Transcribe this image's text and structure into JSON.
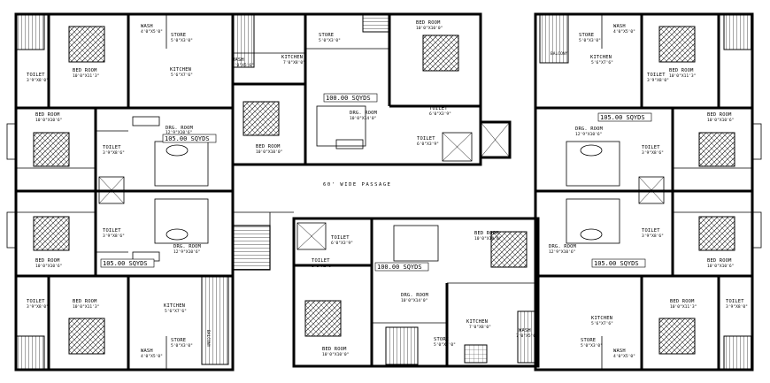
{
  "passage_label": "60' WIDE PASSAGE",
  "area_badges": {
    "top_center": "100.00 SQYDS",
    "bottom_center": "100.00 SQYDS",
    "left_upper": "105.00 SQYDS",
    "left_lower": "105.00 SQYDS",
    "right_upper": "105.00 SQYDS",
    "right_lower": "105.00 SQYDS"
  },
  "rooms": {
    "c1_wash": {
      "name": "WASH",
      "dim": "4'0\"X5'0\""
    },
    "c1_store": {
      "name": "STORE",
      "dim": "5'0\"X3'0\""
    },
    "c1_kitchen": {
      "name": "KITCHEN",
      "dim": "5'6\"X7'6\""
    },
    "c1_toilet": {
      "name": "TOILET",
      "dim": "3'9\"X8'0\""
    },
    "c1_bedroom": {
      "name": "BED ROOM",
      "dim": "10'0\"X11'3\""
    },
    "c2_bedroom": {
      "name": "BED ROOM",
      "dim": "10'0\"X10'6\""
    },
    "c2_drg": {
      "name": "DRG. ROOM",
      "dim": "12'9\"X10'6\""
    },
    "c2_toilet": {
      "name": "TOILET",
      "dim": "3'9\"X8'6\""
    },
    "c3_bedroom": {
      "name": "BED ROOM",
      "dim": "10'0\"X10'6\""
    },
    "c3_toilet": {
      "name": "TOILET",
      "dim": "3'9\"X8'6\""
    },
    "c3_drg": {
      "name": "DRG. ROOM",
      "dim": "12'9\"X10'6\""
    },
    "c4_toilet": {
      "name": "TOILET",
      "dim": "3'9\"X8'0\""
    },
    "c4_bedroom": {
      "name": "BED ROOM",
      "dim": "10'0\"X11'3\""
    },
    "c4_kitchen": {
      "name": "KITCHEN",
      "dim": "5'6\"X7'6\""
    },
    "c4_store": {
      "name": "STORE",
      "dim": "5'0\"X3'0\""
    },
    "c4_wash": {
      "name": "WASH",
      "dim": "4'0\"X5'0\""
    },
    "c4_balcony": {
      "name": "BALCONY"
    },
    "t_wash": {
      "name": "WASH",
      "dim": "7'0\"X5'6\""
    },
    "t_kitchen": {
      "name": "KITCHEN",
      "dim": "7'0\"X8'0\""
    },
    "t_store": {
      "name": "STORE",
      "dim": "5'0\"X3'0\""
    },
    "t_bedroom1": {
      "name": "BED ROOM",
      "dim": "10'0\"X10'0\""
    },
    "t_bedroom2": {
      "name": "BED ROOM",
      "dim": "10'0\"X10'0\""
    },
    "t_drg": {
      "name": "DRG. ROOM",
      "dim": "10'0\"X14'0\""
    },
    "t_toilet1": {
      "name": "TOILET",
      "dim": "6'0\"X3'9\""
    },
    "t_toilet2": {
      "name": "TOILET",
      "dim": "6'0\"X3'9\""
    },
    "b_toilet1": {
      "name": "TOILET",
      "dim": "6'0\"X3'9\""
    },
    "b_toilet2": {
      "name": "TOILET",
      "dim": "6'0\"X3'9\""
    },
    "b_bedroom1": {
      "name": "BED ROOM",
      "dim": "10'0\"X10'0\""
    },
    "b_bedroom2": {
      "name": "BED ROOM",
      "dim": "10'0\"X10'0\""
    },
    "b_drg": {
      "name": "DRG. ROOM",
      "dim": "10'0\"X14'0\""
    },
    "b_kitchen": {
      "name": "KITCHEN",
      "dim": "7'0\"X8'0\""
    },
    "b_store": {
      "name": "STORE",
      "dim": "5'0\"X3'0\""
    },
    "b_wash": {
      "name": "WASH",
      "dim": "7'0\"X5'6\""
    },
    "r1_wash": {
      "name": "WASH",
      "dim": "4'0\"X5'0\""
    },
    "r1_store": {
      "name": "STORE",
      "dim": "5'0\"X3'0\""
    },
    "r1_kitchen": {
      "name": "KITCHEN",
      "dim": "5'6\"X7'6\""
    },
    "r1_toilet": {
      "name": "TOILET",
      "dim": "3'9\"X8'0\""
    },
    "r1_bedroom": {
      "name": "BED ROOM",
      "dim": "10'0\"X11'3\""
    },
    "r1_balcony": {
      "name": "BALCONY"
    },
    "r2_bedroom": {
      "name": "BED ROOM",
      "dim": "10'0\"X10'6\""
    },
    "r2_drg": {
      "name": "DRG. ROOM",
      "dim": "12'9\"X10'6\""
    },
    "r2_toilet": {
      "name": "TOILET",
      "dim": "3'9\"X8'6\""
    },
    "r3_bedroom": {
      "name": "BED ROOM",
      "dim": "10'0\"X10'6\""
    },
    "r3_toilet": {
      "name": "TOILET",
      "dim": "3'9\"X8'6\""
    },
    "r3_drg": {
      "name": "DRG. ROOM",
      "dim": "12'9\"X10'6\""
    },
    "r4_toilet": {
      "name": "TOILET",
      "dim": "3'9\"X8'0\""
    },
    "r4_bedroom": {
      "name": "BED ROOM",
      "dim": "10'0\"X11'3\""
    },
    "r4_kitchen": {
      "name": "KITCHEN",
      "dim": "5'6\"X7'6\""
    },
    "r4_store": {
      "name": "STORE",
      "dim": "5'0\"X3'0\""
    },
    "r4_wash": {
      "name": "WASH",
      "dim": "4'0\"X5'0\""
    }
  }
}
